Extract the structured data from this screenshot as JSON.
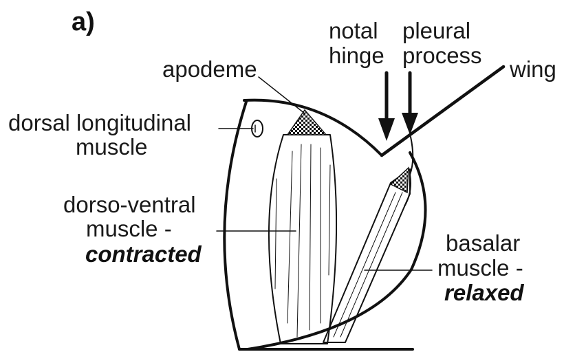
{
  "panel_label": "a)",
  "labels": {
    "notal_hinge": [
      "notal",
      "hinge"
    ],
    "pleural_process": [
      "pleural",
      "process"
    ],
    "wing": "wing",
    "apodeme": "apodeme",
    "dorsal_longitudinal_muscle": [
      "dorsal longitudinal",
      "muscle"
    ],
    "dorso_ventral_muscle": [
      "dorso-ventral",
      "muscle -",
      "contracted"
    ],
    "basalar_muscle": [
      "basalar",
      "muscle -",
      "relaxed"
    ]
  }
}
